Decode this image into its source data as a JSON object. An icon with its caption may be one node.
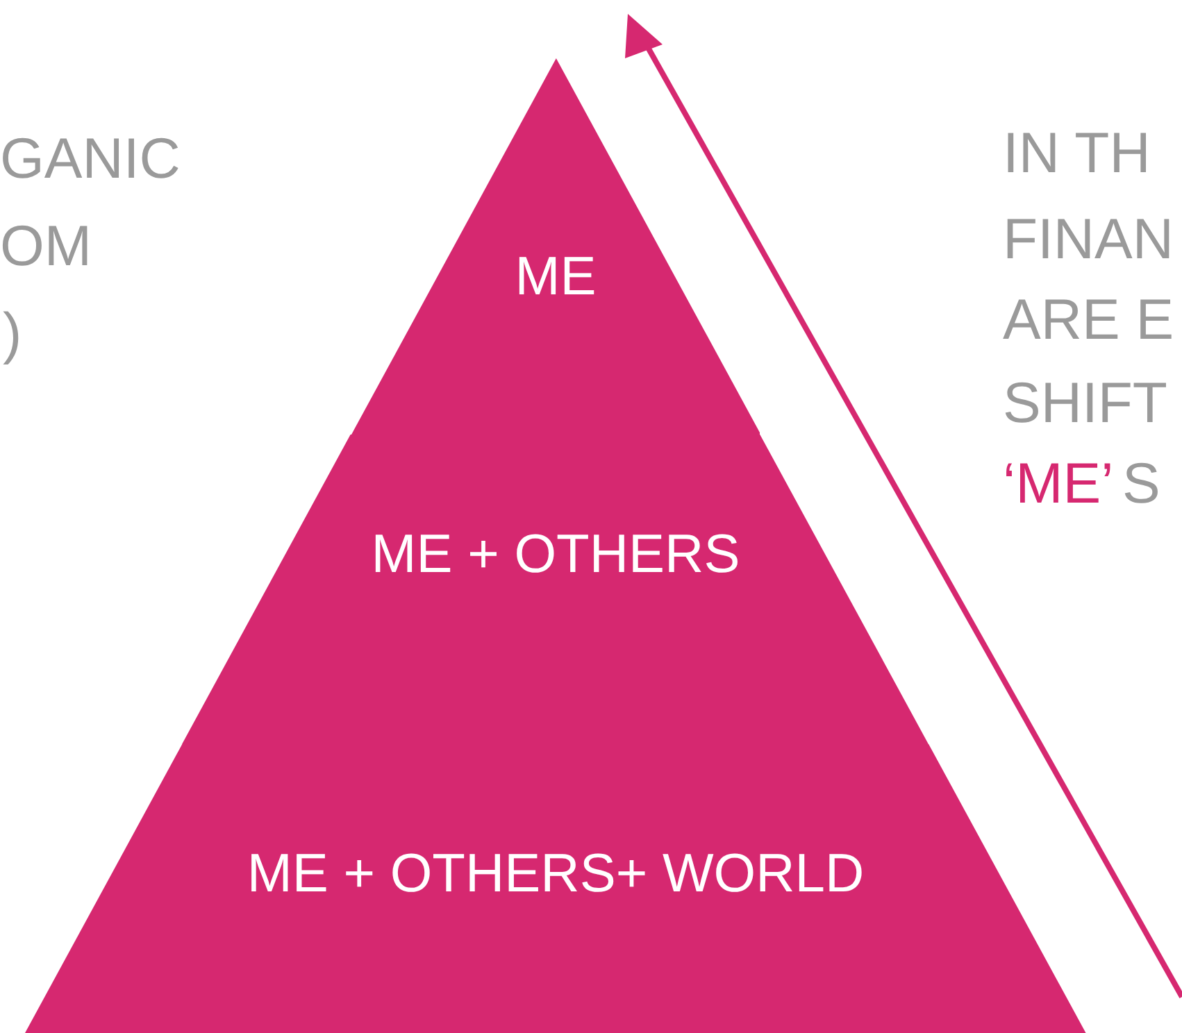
{
  "diagram": {
    "nodes": [
      {
        "text": [
          "ME"
        ]
      },
      {
        "text": [
          "ME + OTHERS"
        ]
      },
      {
        "text": [
          "ME + OTHERS+ WORLD"
        ]
      }
    ],
    "labels": [
      "GANIC",
      "OM",
      ")",
      "IN TH",
      "FINAN",
      "ARE E",
      "SHIFT",
      "‘ME’",
      "S"
    ]
  }
}
